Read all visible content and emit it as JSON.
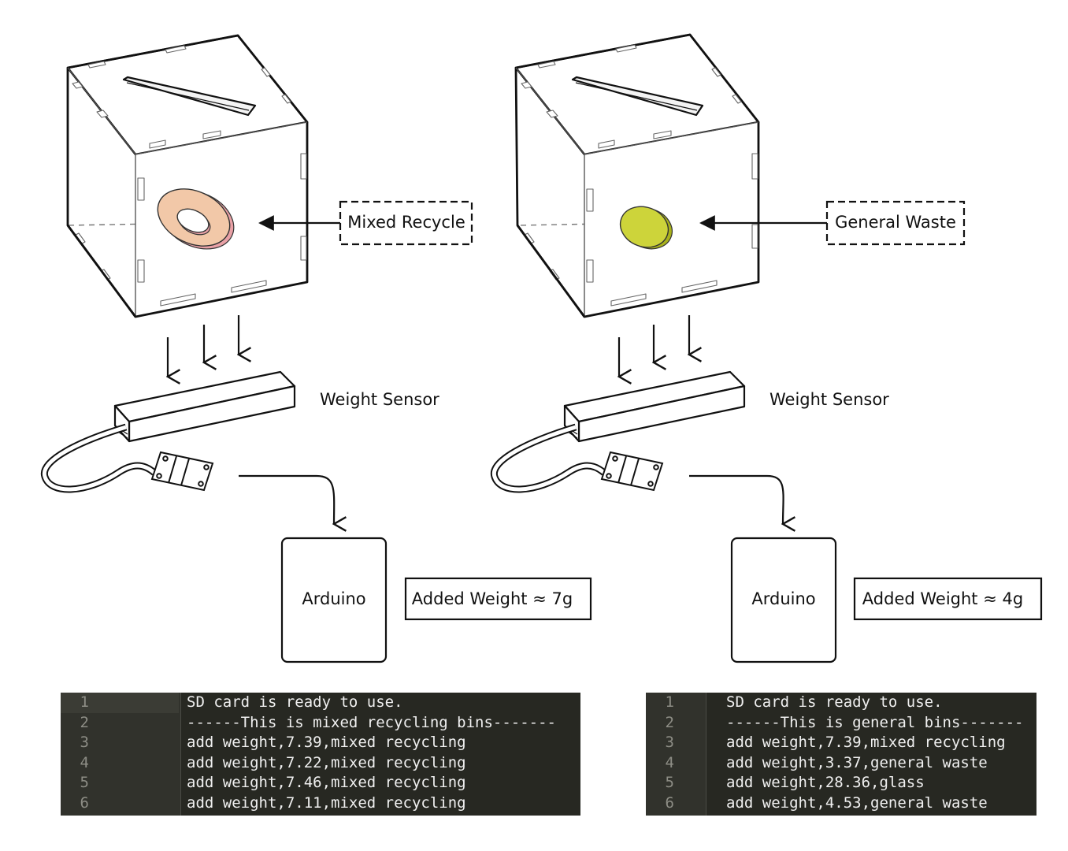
{
  "labels": {
    "left_bin": "Mixed Recycle",
    "right_bin": "General Waste",
    "sensor_left": "Weight Sensor",
    "sensor_right": "Weight Sensor",
    "arduino_left": "Arduino",
    "arduino_right": "Arduino",
    "weight_left": "Added Weight ≈ 7g",
    "weight_right": "Added Weight ≈ 4g"
  },
  "colors": {
    "washer_face": "#f2c8a8",
    "washer_edge": "#e9a1a6",
    "disc_face": "#cdd43a",
    "disc_edge": "#a9b21c",
    "code_bg": "#272822"
  },
  "log_left": {
    "lines": [
      {
        "n": "1",
        "text": "SD card is ready to use."
      },
      {
        "n": "2",
        "text": "------This is mixed recycling bins-------"
      },
      {
        "n": "3",
        "text": "add weight,7.39,mixed recycling"
      },
      {
        "n": "4",
        "text": "add weight,7.22,mixed recycling"
      },
      {
        "n": "5",
        "text": "add weight,7.46,mixed recycling"
      },
      {
        "n": "6",
        "text": "add weight,7.11,mixed recycling"
      }
    ]
  },
  "log_right": {
    "lines": [
      {
        "n": "1",
        "text": "SD card is ready to use."
      },
      {
        "n": "2",
        "text": "------This is general bins-------"
      },
      {
        "n": "3",
        "text": "add weight,7.39,mixed recycling"
      },
      {
        "n": "4",
        "text": "add weight,3.37,general waste"
      },
      {
        "n": "5",
        "text": "add weight,28.36,glass"
      },
      {
        "n": "6",
        "text": "add weight,4.53,general waste"
      }
    ]
  }
}
